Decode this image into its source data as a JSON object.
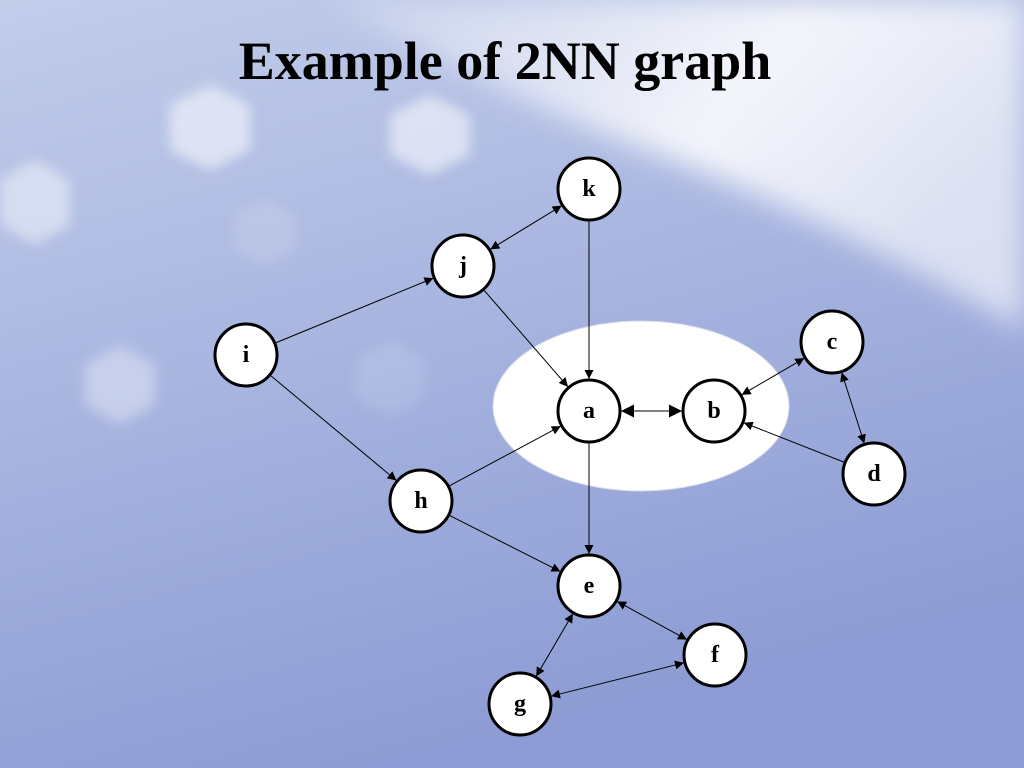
{
  "title": "Example of 2NN graph",
  "colors": {
    "node_fill": "#ffffff",
    "node_stroke": "#000000",
    "edge": "#000000",
    "highlight_ellipse": "#ffffff",
    "background_top_left": "#b9c6e6",
    "background_bottom": "#8f9fd6"
  },
  "graph": {
    "nodes": [
      {
        "id": "k",
        "label": "k"
      },
      {
        "id": "j",
        "label": "j"
      },
      {
        "id": "i",
        "label": "i"
      },
      {
        "id": "a",
        "label": "a"
      },
      {
        "id": "b",
        "label": "b"
      },
      {
        "id": "c",
        "label": "c"
      },
      {
        "id": "d",
        "label": "d"
      },
      {
        "id": "h",
        "label": "h"
      },
      {
        "id": "e",
        "label": "e"
      },
      {
        "id": "f",
        "label": "f"
      },
      {
        "id": "g",
        "label": "g"
      }
    ],
    "edges": [
      {
        "from": "j",
        "to": "k",
        "bidirectional": true
      },
      {
        "from": "i",
        "to": "j",
        "bidirectional": false
      },
      {
        "from": "i",
        "to": "h",
        "bidirectional": false
      },
      {
        "from": "j",
        "to": "a",
        "bidirectional": false
      },
      {
        "from": "k",
        "to": "a",
        "bidirectional": false
      },
      {
        "from": "a",
        "to": "b",
        "bidirectional": true
      },
      {
        "from": "c",
        "to": "b",
        "bidirectional": true
      },
      {
        "from": "c",
        "to": "d",
        "bidirectional": true
      },
      {
        "from": "d",
        "to": "b",
        "bidirectional": false
      },
      {
        "from": "h",
        "to": "a",
        "bidirectional": false
      },
      {
        "from": "h",
        "to": "e",
        "bidirectional": false
      },
      {
        "from": "a",
        "to": "e",
        "bidirectional": false
      },
      {
        "from": "e",
        "to": "f",
        "bidirectional": true
      },
      {
        "from": "e",
        "to": "g",
        "bidirectional": true
      },
      {
        "from": "f",
        "to": "g",
        "bidirectional": true
      }
    ],
    "highlighted_nodes": [
      "a",
      "b"
    ]
  }
}
